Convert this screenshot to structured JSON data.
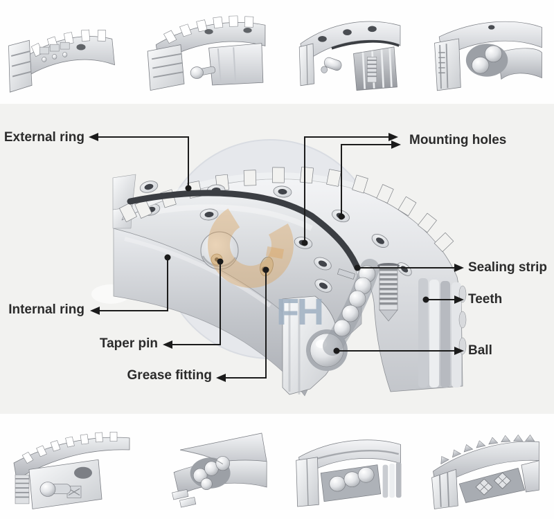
{
  "watermark": {
    "text": "FH"
  },
  "diagram": {
    "labels": {
      "external_ring": "External ring",
      "internal_ring": "Internal ring",
      "taper_pin": "Taper pin",
      "grease_fitting": "Grease fitting",
      "mounting_holes": "Mounting holes",
      "sealing_strip": "Sealing strip",
      "teeth": "Teeth",
      "ball": "Ball"
    },
    "colors": {
      "panel_background": "#f2f2f0",
      "label_text": "#2b2b2b",
      "leader_line": "#1b1b1b",
      "seal_strip": "#3b3e43",
      "watermark_blue": "#a4b4c8",
      "watermark_orange": "#dca45f"
    }
  }
}
